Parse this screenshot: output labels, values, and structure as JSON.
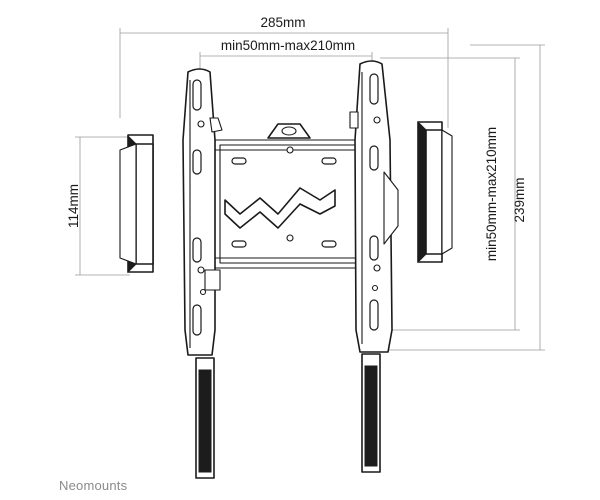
{
  "dimensions": {
    "overall_width": "285mm",
    "vesa_horizontal": "min50mm-max210mm",
    "spacer_height": "114mm",
    "vesa_vertical": "min50mm-max210mm",
    "overall_height": "239mm"
  },
  "brand": {
    "name": "Neomounts"
  }
}
